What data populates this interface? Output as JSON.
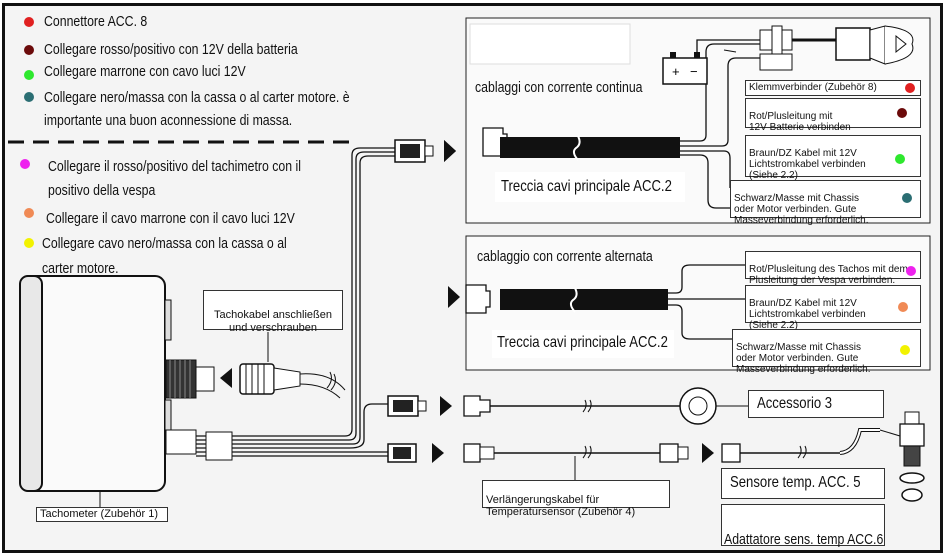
{
  "legend_top": [
    {
      "text": "Connettore  ACC. 8",
      "color": "#e02020"
    },
    {
      "text": "Collegare rosso/positivo con 12V della batteria",
      "color": "#6b0a0a"
    },
    {
      "text": "Collegare marrone con cavo luci 12V",
      "color": "#2ee82e"
    },
    {
      "text": "Collegare nero/massa con la cassa o al carter motore. è",
      "color": "#2b6e73"
    }
  ],
  "legend_top_cont": "importante una buon aconnessione di massa.",
  "legend_bottom": [
    {
      "text": "Collegare il rosso/positivo del tachimetro con il",
      "color": "#ee22ee"
    },
    {
      "text": "Collegare il cavo marrone con il cavo luci 12V",
      "color": "#f08a55"
    },
    {
      "text": "Collegare cavo nero/massa con la cassa o al",
      "color": "#f2f200"
    }
  ],
  "legend_bottom_cont": [
    "positivo della vespa",
    "carter motore."
  ],
  "dc_panel": {
    "title": "cablaggi con corrente continua",
    "harness": "Treccia cavi principale ACC.2",
    "labels": [
      {
        "text": "Klemmverbinder (Zubehör 8)",
        "color": "#e02020"
      },
      {
        "text": "Rot/Plusleitung mit\n12V Batterie verbinden",
        "color": "#6b0a0a"
      },
      {
        "text": "Braun/DZ Kabel mit 12V\nLichtstromkabel verbinden\n(Siehe 2.2)",
        "color": "#2ee82e"
      },
      {
        "text": "Schwarz/Masse mit Chassis\noder Motor verbinden. Gute\nMasseverbindung erforderlich.",
        "color": "#2b6e73"
      }
    ]
  },
  "ac_panel": {
    "title": "cablaggio con corrente alternata",
    "harness": "Treccia cavi principale ACC.2",
    "labels": [
      {
        "text": "Rot/Plusleitung des Tachos mit dem\nPlusleitung der Vespa verbinden.",
        "color": "#ee22ee"
      },
      {
        "text": "Braun/DZ Kabel mit 12V\nLichtstromkabel verbinden\n(Siehe 2.2)",
        "color": "#f08a55"
      },
      {
        "text": "Schwarz/Masse mit Chassis\noder Motor verbinden. Gute\nMasseverbindung erforderlich.",
        "color": "#f2f200"
      }
    ]
  },
  "tacho_cable_label": "Tachokabel anschließen\nund verschrauben",
  "tachometer_label": "Tachometer (Zubehör 1)",
  "accessory_label": "Accessorio 3",
  "extension_label": "Verlängerungskabel für\nTemperatursensor (Zubehör 4)",
  "sensor_label": "Sensore temp. ACC. 5",
  "adapter_label": "Adattatore sens. temp\nACC.6"
}
